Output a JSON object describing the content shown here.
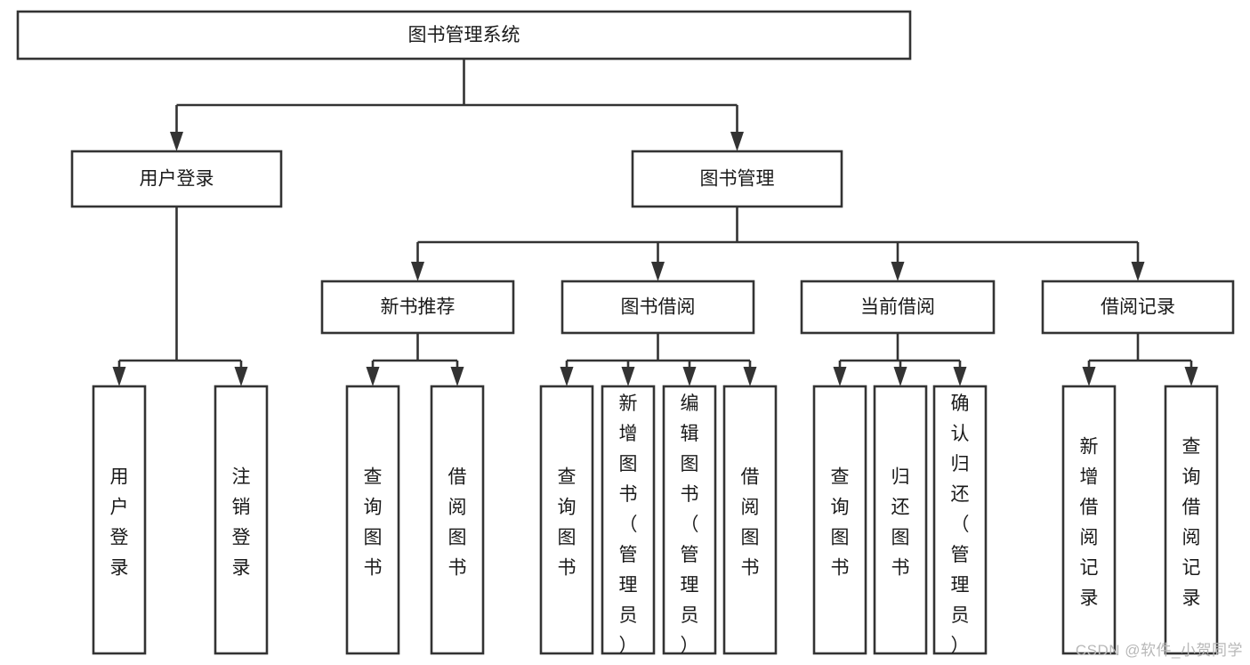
{
  "diagram": {
    "type": "tree-hierarchy-chart",
    "title": "图书管理系统",
    "watermark": "CSDN @软件_小贺同学",
    "colors": {
      "stroke": "#333333",
      "box_fill": "#ffffff",
      "text": "#1a1a1a",
      "background": "#ffffff",
      "watermark": "#b8b8b8"
    },
    "levels": [
      {
        "level": 1,
        "nodes": [
          {
            "id": "root",
            "label": "图书管理系统",
            "orientation": "horizontal"
          }
        ]
      },
      {
        "level": 2,
        "nodes": [
          {
            "id": "user-login",
            "label": "用户登录",
            "orientation": "horizontal",
            "parent": "root"
          },
          {
            "id": "book-manage",
            "label": "图书管理",
            "orientation": "horizontal",
            "parent": "root"
          }
        ]
      },
      {
        "level": 3,
        "nodes": [
          {
            "id": "new-book-recommend",
            "label": "新书推荐",
            "orientation": "horizontal",
            "parent": "book-manage"
          },
          {
            "id": "book-borrow",
            "label": "图书借阅",
            "orientation": "horizontal",
            "parent": "book-manage"
          },
          {
            "id": "current-borrow",
            "label": "当前借阅",
            "orientation": "horizontal",
            "parent": "book-manage"
          },
          {
            "id": "borrow-record",
            "label": "借阅记录",
            "orientation": "horizontal",
            "parent": "book-manage"
          }
        ]
      },
      {
        "level": 4,
        "nodes": [
          {
            "id": "leaf-user-login",
            "label": "用户登录",
            "orientation": "vertical",
            "parent": "user-login"
          },
          {
            "id": "leaf-logout-login",
            "label": "注销登录",
            "orientation": "vertical",
            "parent": "user-login"
          },
          {
            "id": "leaf-query-book-1",
            "label": "查询图书",
            "orientation": "vertical",
            "parent": "new-book-recommend"
          },
          {
            "id": "leaf-borrow-book-1",
            "label": "借阅图书",
            "orientation": "vertical",
            "parent": "new-book-recommend"
          },
          {
            "id": "leaf-query-book-2",
            "label": "查询图书",
            "orientation": "vertical",
            "parent": "book-borrow"
          },
          {
            "id": "leaf-add-book",
            "label": "新增图书（管理员）",
            "orientation": "vertical",
            "parent": "book-borrow"
          },
          {
            "id": "leaf-edit-book",
            "label": "编辑图书（管理员）",
            "orientation": "vertical",
            "parent": "book-borrow"
          },
          {
            "id": "leaf-borrow-book-2",
            "label": "借阅图书",
            "orientation": "vertical",
            "parent": "book-borrow"
          },
          {
            "id": "leaf-query-book-3",
            "label": "查询图书",
            "orientation": "vertical",
            "parent": "current-borrow"
          },
          {
            "id": "leaf-return-book",
            "label": "归还图书",
            "orientation": "vertical",
            "parent": "current-borrow"
          },
          {
            "id": "leaf-confirm-return",
            "label": "确认归还（管理员）",
            "orientation": "vertical",
            "parent": "current-borrow"
          },
          {
            "id": "leaf-add-record",
            "label": "新增借阅记录",
            "orientation": "vertical",
            "parent": "borrow-record"
          },
          {
            "id": "leaf-query-record",
            "label": "查询借阅记录",
            "orientation": "vertical",
            "parent": "borrow-record"
          }
        ]
      }
    ]
  }
}
